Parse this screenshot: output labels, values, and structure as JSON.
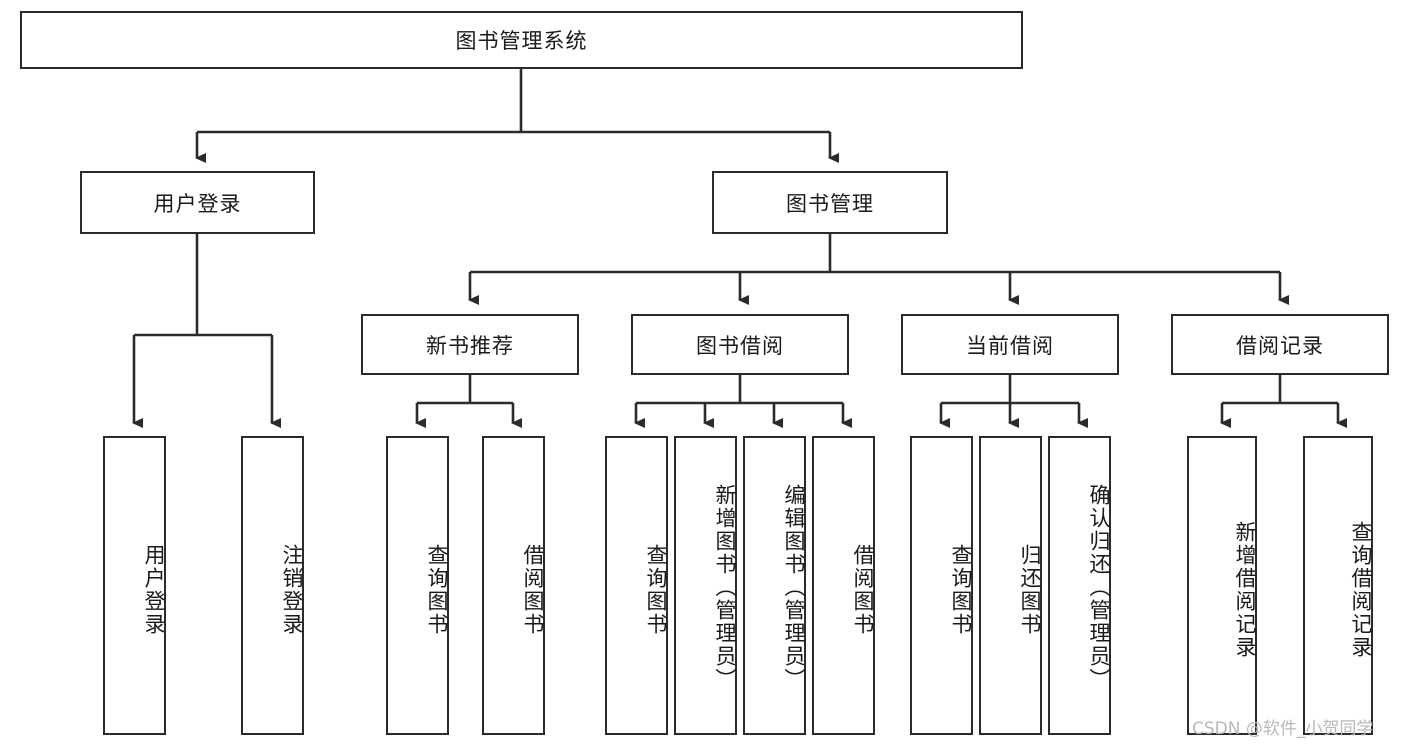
{
  "diagram": {
    "title": "图书管理系统",
    "watermark": "CSDN @软件_小贺同学",
    "colors": {
      "stroke": "#2b2b2b",
      "fill": "#ffffff",
      "text": "#1a1a1a",
      "watermark": "#b9b9b9"
    },
    "root": {
      "label": "图书管理系统"
    },
    "level2": [
      {
        "label": "用户登录"
      },
      {
        "label": "图书管理"
      }
    ],
    "level3": [
      {
        "label": "新书推荐"
      },
      {
        "label": "图书借阅"
      },
      {
        "label": "当前借阅"
      },
      {
        "label": "借阅记录"
      }
    ],
    "leaves": {
      "user_login": [
        {
          "label": "用户登录"
        },
        {
          "label": "注销登录"
        }
      ],
      "new_books": [
        {
          "label": "查询图书"
        },
        {
          "label": "借阅图书"
        }
      ],
      "book_borrow": [
        {
          "label": "查询图书"
        },
        {
          "label": "新增图书（管理员）"
        },
        {
          "label": "编辑图书（管理员）"
        },
        {
          "label": "借阅图书"
        }
      ],
      "current_borrow": [
        {
          "label": "查询图书"
        },
        {
          "label": "归还图书"
        },
        {
          "label": "确认归还（管理员）"
        }
      ],
      "borrow_records": [
        {
          "label": "新增借阅记录"
        },
        {
          "label": "查询借阅记录"
        }
      ]
    }
  }
}
